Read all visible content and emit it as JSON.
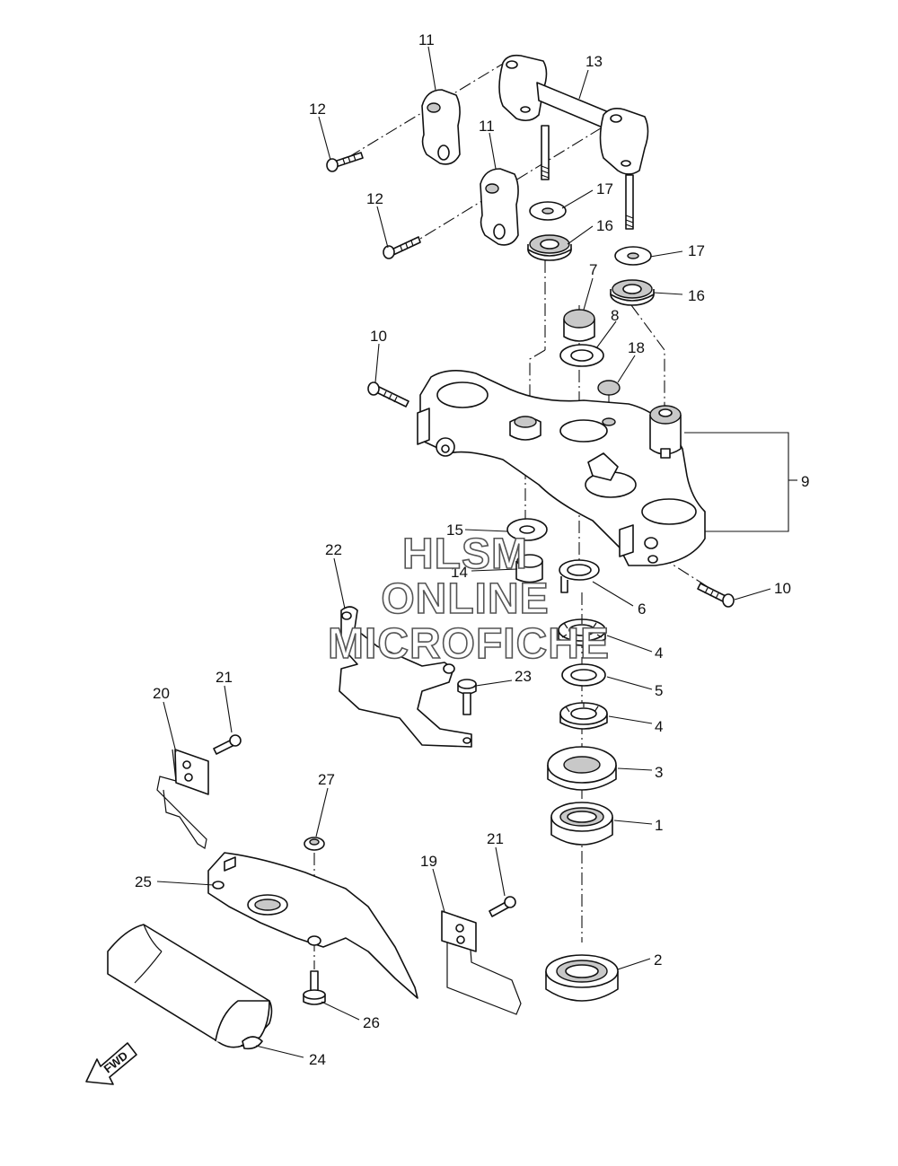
{
  "watermark": {
    "line1": "HLSM",
    "line2": "ONLINE",
    "line3": "MICROFICHE"
  },
  "direction_label": "FWD",
  "callouts": {
    "c1": "1",
    "c2": "2",
    "c3": "3",
    "c4a": "4",
    "c4b": "4",
    "c5": "5",
    "c6": "6",
    "c7": "7",
    "c8": "8",
    "c9": "9",
    "c10a": "10",
    "c10b": "10",
    "c11a": "11",
    "c11b": "11",
    "c12a": "12",
    "c12b": "12",
    "c13": "13",
    "c14": "14",
    "c15": "15",
    "c16a": "16",
    "c16b": "16",
    "c17a": "17",
    "c17b": "17",
    "c18": "18",
    "c19": "19",
    "c20": "20",
    "c21a": "21",
    "c21b": "21",
    "c22": "22",
    "c23": "23",
    "c24": "24",
    "c25": "25",
    "c26": "26",
    "c27": "27"
  }
}
